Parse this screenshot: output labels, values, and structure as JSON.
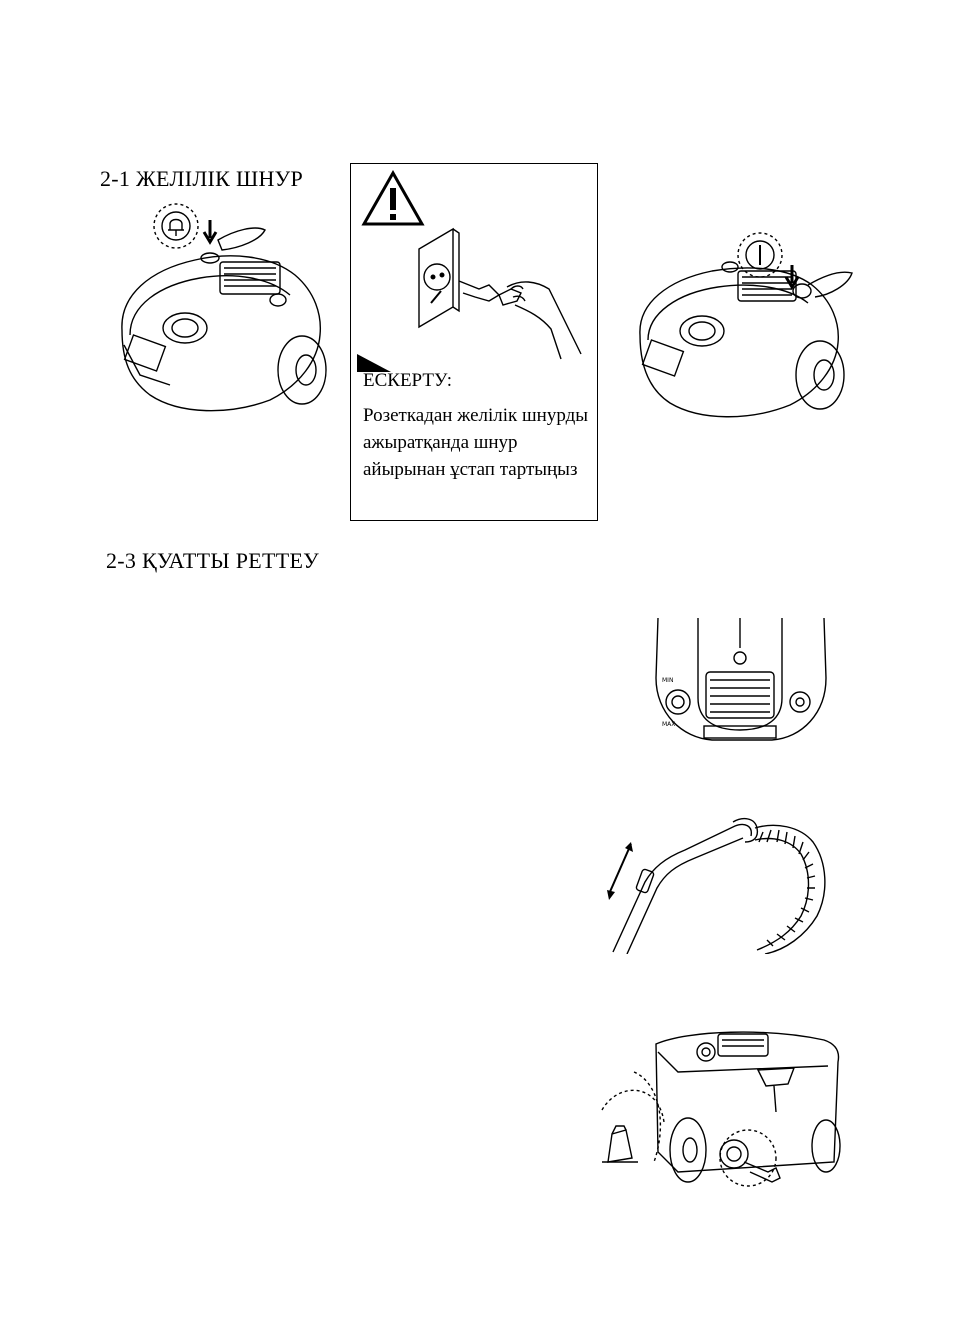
{
  "section_1": {
    "heading": "2-1 ЖЕЛІЛІК ШНУР"
  },
  "warning": {
    "title": "ЕСКЕРТУ:",
    "text": "Розеткадан желілік шнурды ажыратқанда шнур айырынан ұстап тартыңыз"
  },
  "section_2": {
    "heading": "2-3 ҚУАТТЫ РЕТТЕУ"
  }
}
